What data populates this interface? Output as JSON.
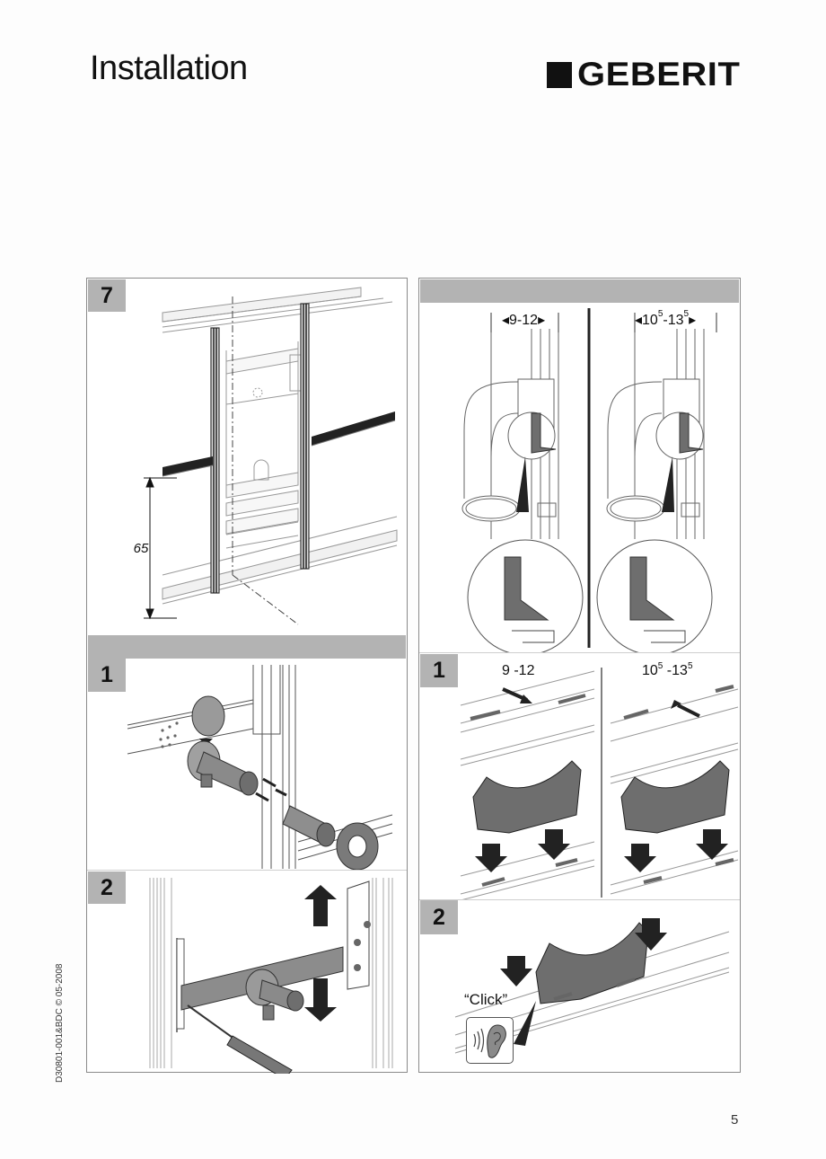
{
  "header": {
    "title": "Installation",
    "logo_text": "GEBERIT"
  },
  "left_panel": {
    "steps": [
      {
        "number": "7",
        "dimension_label": "65"
      },
      {
        "number": "1"
      },
      {
        "number": "2"
      }
    ]
  },
  "right_panel": {
    "top_section": {
      "left_range": "9-12",
      "right_range_base_start": "10",
      "right_range_sup_start": "5",
      "right_range_sep": "-13",
      "right_range_sup_end": "5"
    },
    "steps": [
      {
        "number": "1",
        "left_label": "9 -12",
        "right_label_base_start": "10",
        "right_label_sup_start": "5",
        "right_label_sep": " -13",
        "right_label_sup_end": "5"
      },
      {
        "number": "2",
        "callout_text": "“Click”",
        "icon": "ear-sound-icon"
      }
    ]
  },
  "footer": {
    "document_code": "D30801-001&BDC © 05-2008",
    "page_number": "5"
  },
  "colors": {
    "badge_grey": "#b3b3b3",
    "part_grey": "#6e6e6e",
    "line_dark": "#222222",
    "panel_border": "#8a8a8a"
  }
}
